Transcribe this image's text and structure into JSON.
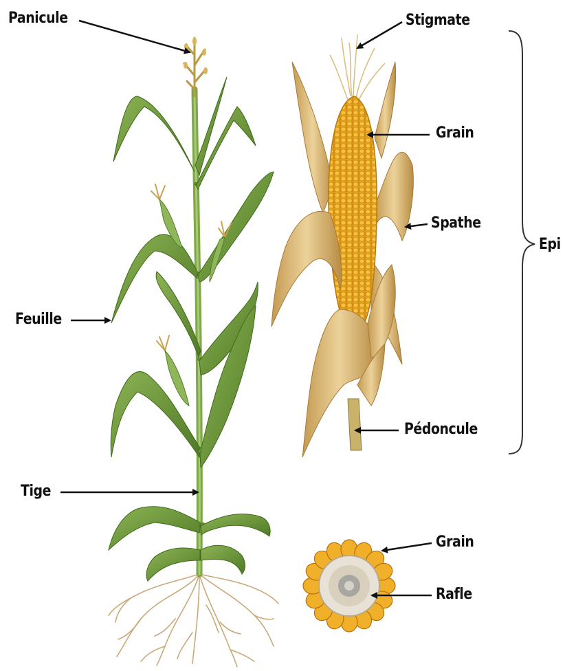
{
  "labels": {
    "panicule": "Panicule",
    "stigmate": "Stigmate",
    "grain_epi": "Grain",
    "spathe": "Spathe",
    "epi": "Epi",
    "feuille": "Feuille",
    "pedoncule": "Pédoncule",
    "tige": "Tige",
    "grain_coupe": "Grain",
    "rafle": "Rafle"
  },
  "colors": {
    "leaf": "#6f9a3c",
    "leaf_light": "#a9c878",
    "husk": "#d9b574",
    "kernel": "#f0b02a",
    "cob_core": "#e8e2d6",
    "root": "#c9a97a",
    "arrow": "#111111"
  }
}
